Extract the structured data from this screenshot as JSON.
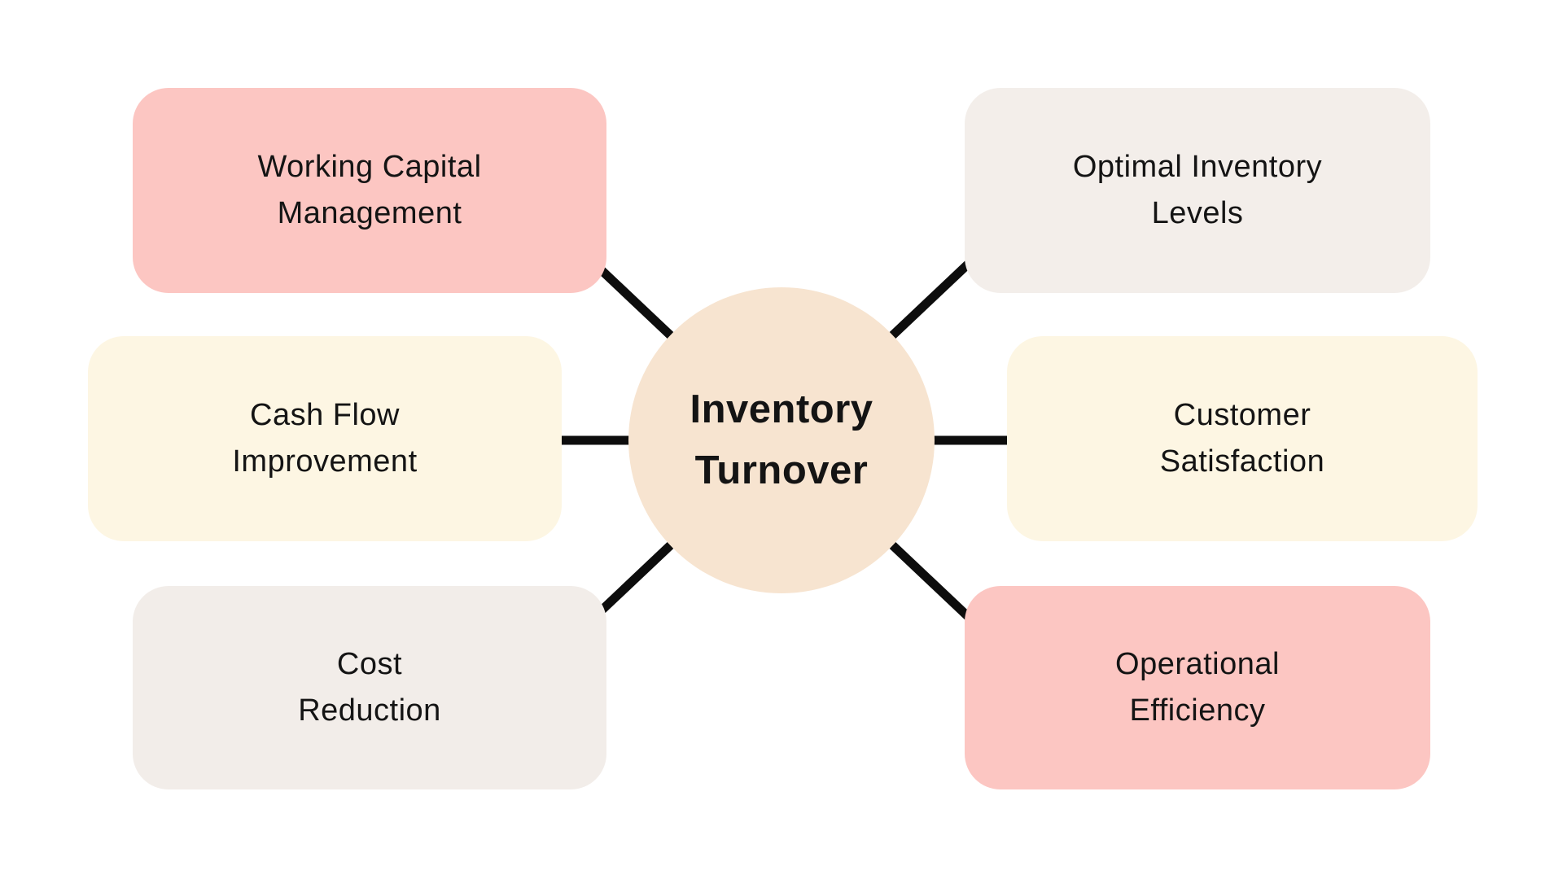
{
  "background": "#ffffff",
  "center": {
    "label_lines": [
      "Inventory",
      "Turnover"
    ],
    "color": "#f7e4d0",
    "text_color": "#141414"
  },
  "nodes": [
    {
      "label_lines": [
        "Working Capital",
        "Management"
      ],
      "color": "#fcc6c2"
    },
    {
      "label_lines": [
        "Cash Flow",
        "Improvement"
      ],
      "color": "#fdf6e3"
    },
    {
      "label_lines": [
        "Cost",
        "Reduction"
      ],
      "color": "#f2ede9"
    },
    {
      "label_lines": [
        "Optimal Inventory",
        "Levels"
      ],
      "color": "#f3eeea"
    },
    {
      "label_lines": [
        "Customer",
        "Satisfaction"
      ],
      "color": "#fdf6e3"
    },
    {
      "label_lines": [
        "Operational",
        "Efficiency"
      ],
      "color": "#fcc6c2"
    }
  ],
  "connectors": {
    "color": "#0d0d0d"
  }
}
